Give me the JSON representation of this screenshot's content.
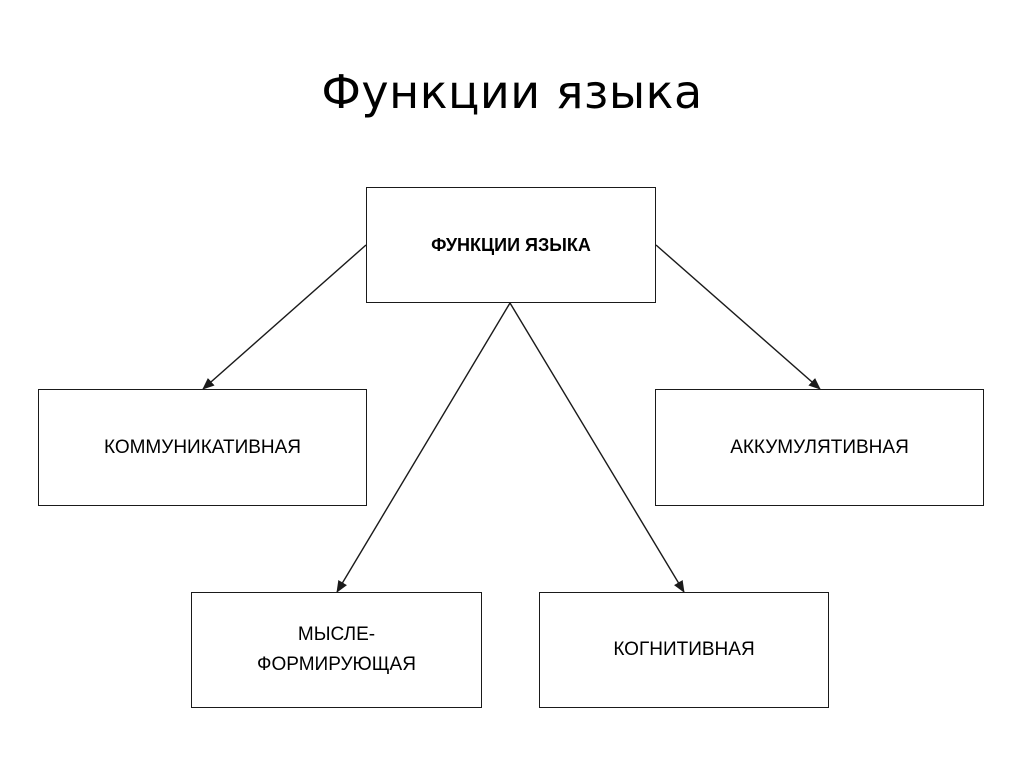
{
  "slide": {
    "title": "Функции языка"
  },
  "diagram": {
    "root": "ФУНКЦИИ ЯЗЫКА",
    "nodes": {
      "communicative": "КОММУНИКАТИВНАЯ",
      "accumulative": "АККУМУЛЯТИВНАЯ",
      "thought_forming": "МЫСЛЕ-\nФОРМИРУЮЩАЯ",
      "cognitive": "КОГНИТИВНАЯ"
    },
    "edges": [
      {
        "from": "root",
        "to": "communicative"
      },
      {
        "from": "root",
        "to": "accumulative"
      },
      {
        "from": "root",
        "to": "thought_forming"
      },
      {
        "from": "root",
        "to": "cognitive"
      }
    ],
    "colors": {
      "stroke": "#1a1a1a",
      "background": "#ffffff"
    }
  }
}
